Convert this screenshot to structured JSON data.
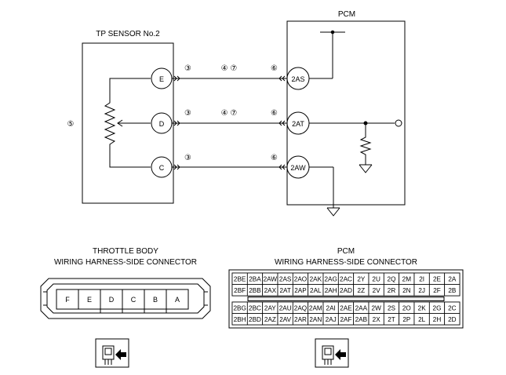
{
  "pcm_title": "PCM",
  "sensor_title": "TP SENSOR No.2",
  "sensor_pins": [
    "E",
    "D",
    "C"
  ],
  "pcm_pins": [
    "2AS",
    "2AT",
    "2AW"
  ],
  "note_left": "⑤",
  "wire_marks": {
    "row1": [
      "③",
      "④ ⑦",
      "⑥"
    ],
    "row2": [
      "③",
      "④ ⑦",
      "⑥"
    ],
    "row3": [
      "③",
      "⑥"
    ]
  },
  "throttle_connector": {
    "title_line1": "THROTTLE BODY",
    "title_line2": "WIRING HARNESS-SIDE CONNECTOR",
    "pins": [
      "F",
      "E",
      "D",
      "C",
      "B",
      "A"
    ]
  },
  "pcm_connector": {
    "title_line1": "PCM",
    "title_line2": "WIRING HARNESS-SIDE CONNECTOR",
    "top_rows": [
      [
        "2BE",
        "2BA",
        "2AW",
        "2AS",
        "2AO",
        "2AK",
        "2AG",
        "2AC",
        "2Y",
        "2U",
        "2Q",
        "2M",
        "2I",
        "2E",
        "2A"
      ],
      [
        "2BF",
        "2BB",
        "2AX",
        "2AT",
        "2AP",
        "2AL",
        "2AH",
        "2AD",
        "2Z",
        "2V",
        "2R",
        "2N",
        "2J",
        "2F",
        "2B"
      ]
    ],
    "bottom_rows": [
      [
        "2BG",
        "2BC",
        "2AY",
        "2AU",
        "2AQ",
        "2AM",
        "2AI",
        "2AE",
        "2AA",
        "2W",
        "2S",
        "2O",
        "2K",
        "2G",
        "2C"
      ],
      [
        "2BH",
        "2BD",
        "2AZ",
        "2AV",
        "2AR",
        "2AN",
        "2AJ",
        "2AF",
        "2AB",
        "2X",
        "2T",
        "2P",
        "2L",
        "2H",
        "2D"
      ]
    ]
  }
}
